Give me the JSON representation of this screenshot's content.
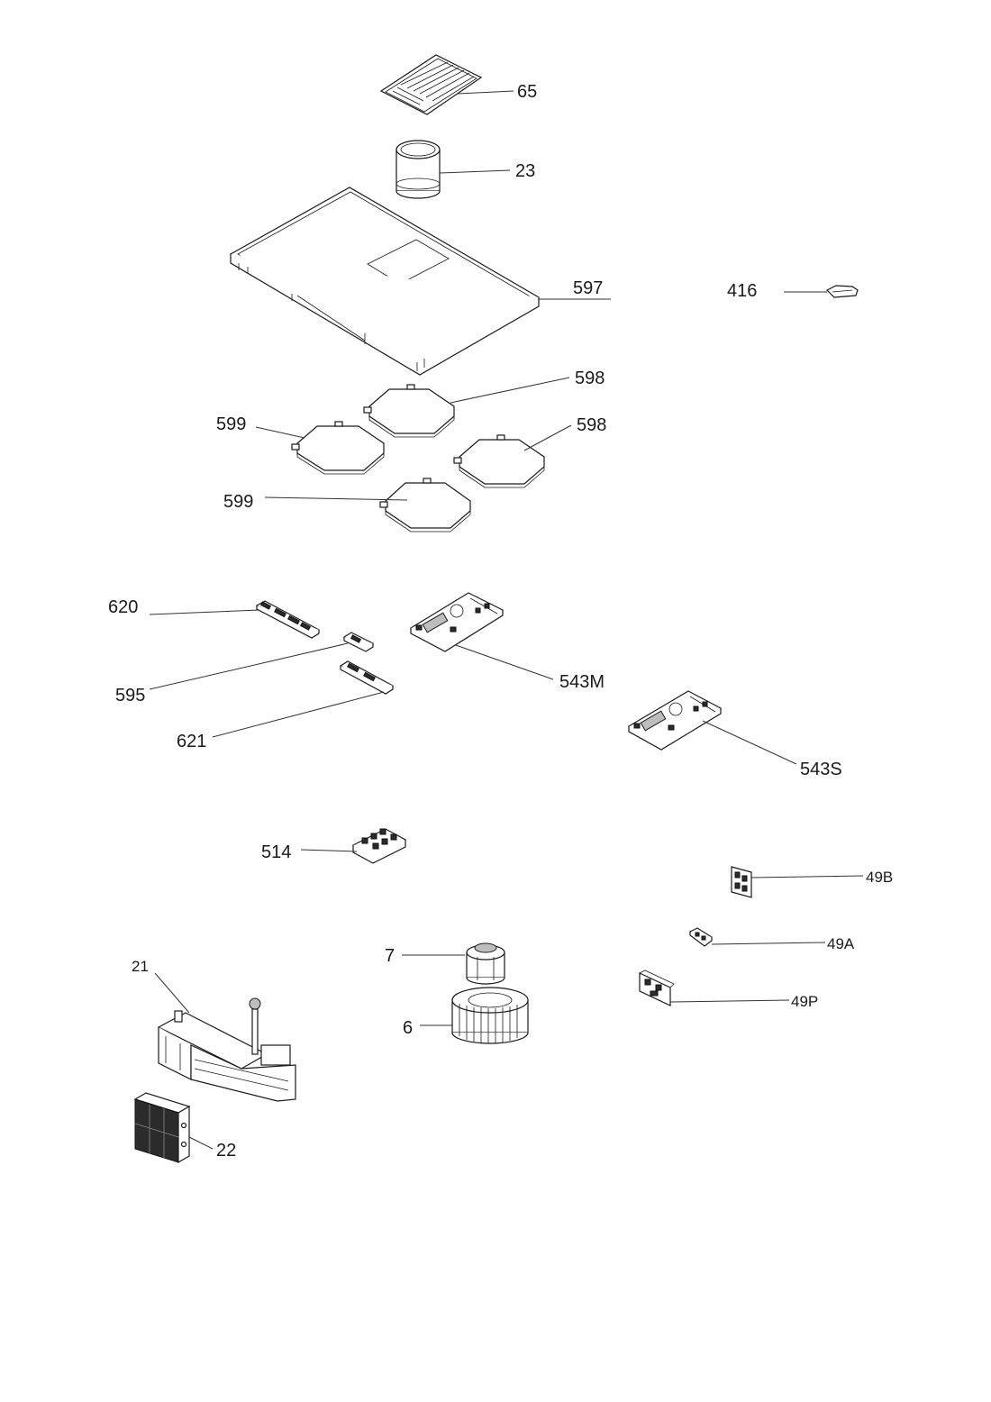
{
  "labels": {
    "p65": "65",
    "p23": "23",
    "p597": "597",
    "p416": "416",
    "p598a": "598",
    "p598b": "598",
    "p599a": "599",
    "p599b": "599",
    "p620": "620",
    "p595": "595",
    "p621": "621",
    "p543M": "543M",
    "p543S": "543S",
    "p514": "514",
    "p49B": "49B",
    "p49A": "49A",
    "p49P": "49P",
    "p7": "7",
    "p6": "6",
    "p21": "21",
    "p22": "22"
  }
}
